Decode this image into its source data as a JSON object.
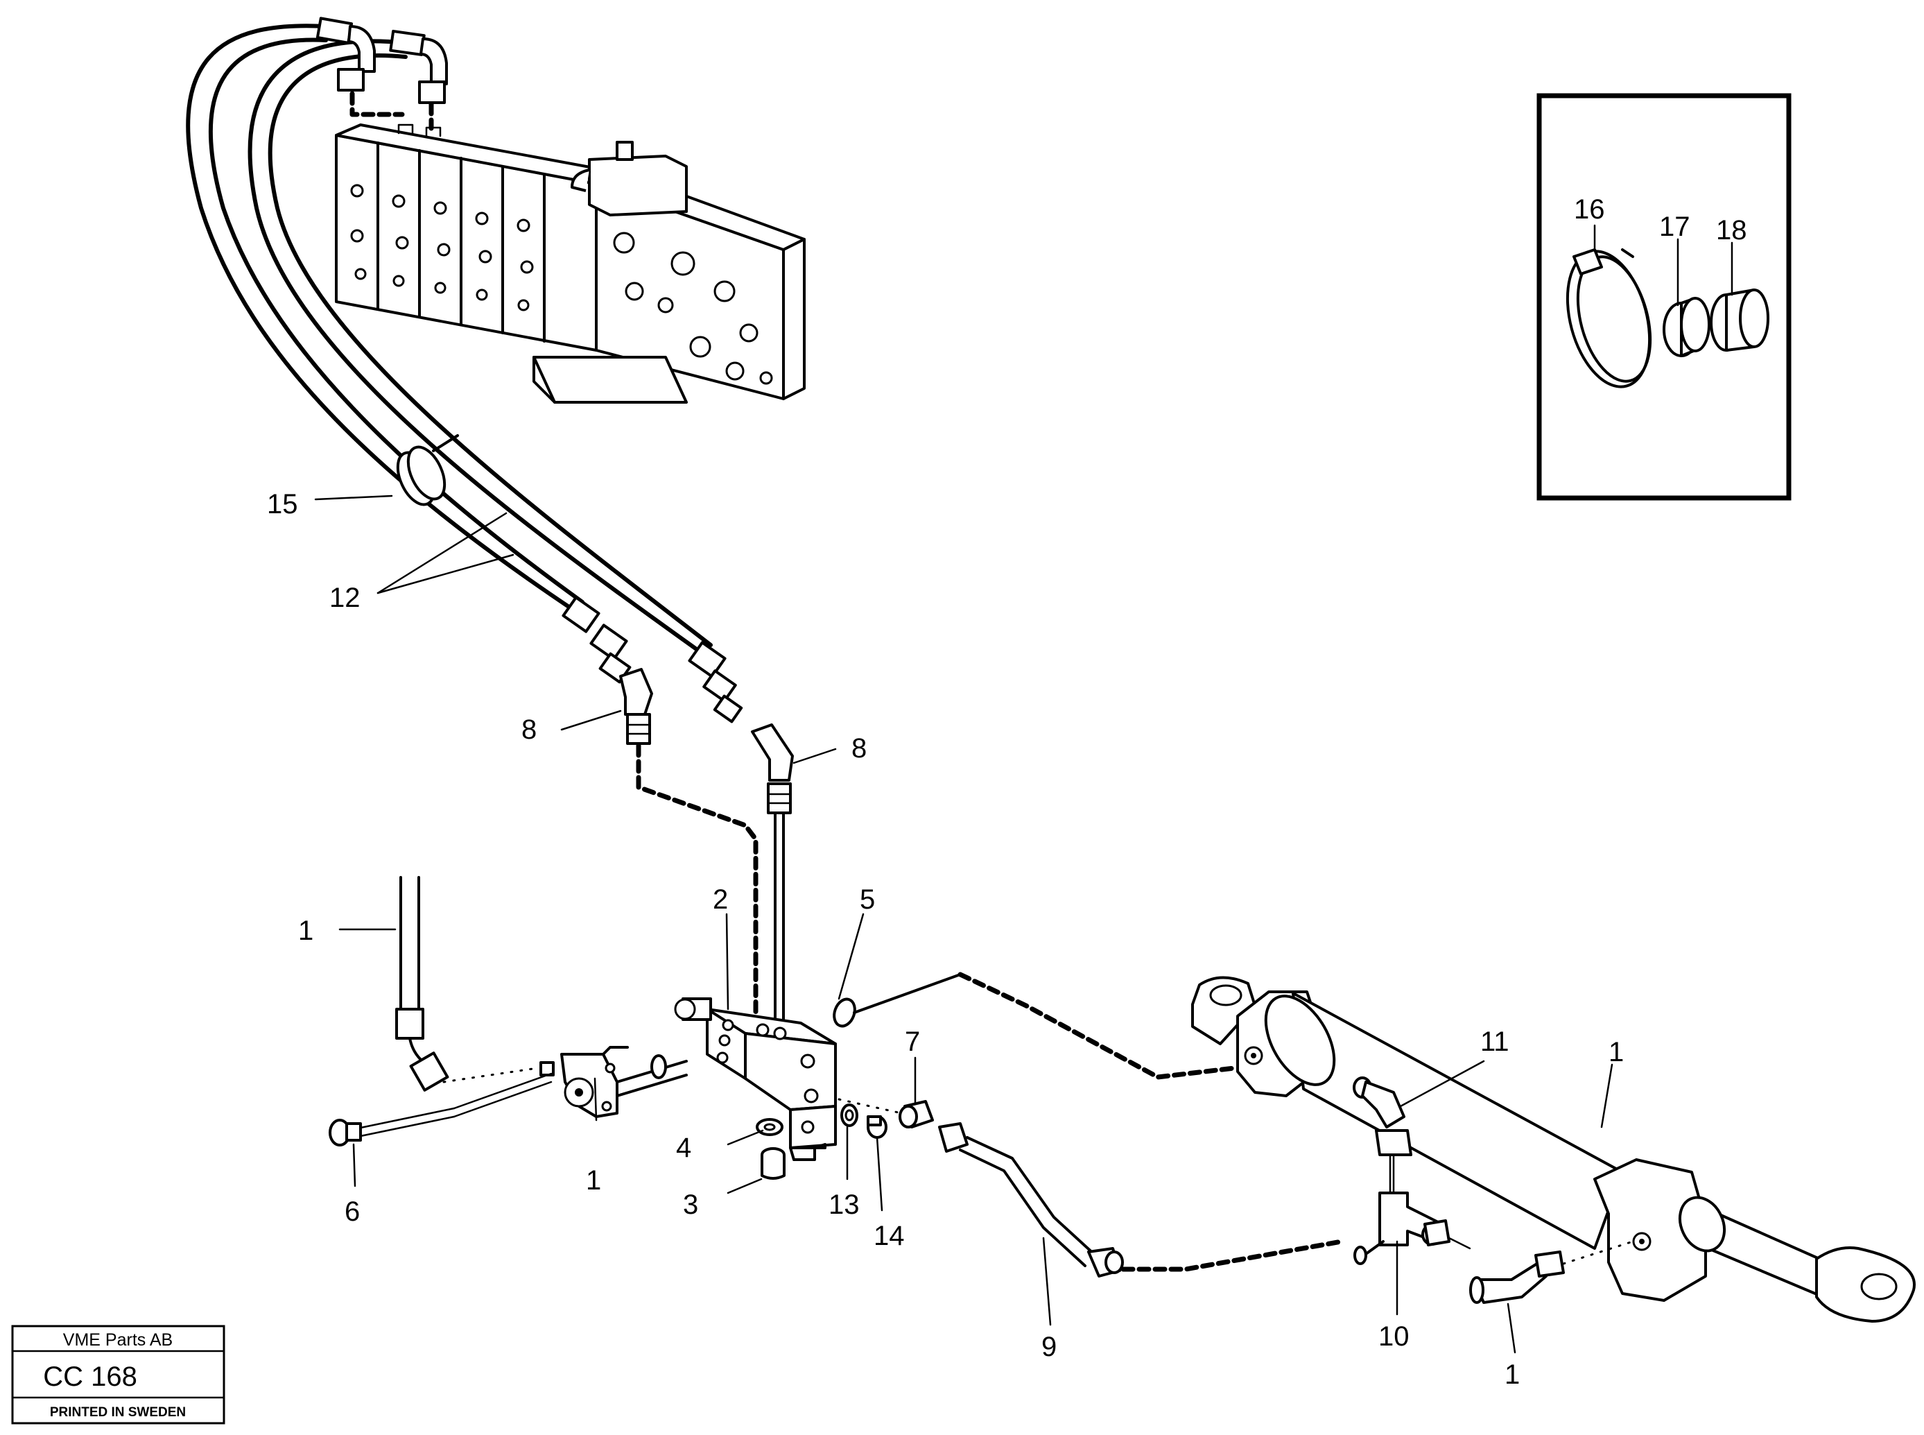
{
  "callouts": [
    {
      "id": "15",
      "text": "15"
    },
    {
      "id": "12",
      "text": "12"
    },
    {
      "id": "8a",
      "text": "8"
    },
    {
      "id": "8b",
      "text": "8"
    },
    {
      "id": "2",
      "text": "2"
    },
    {
      "id": "5",
      "text": "5"
    },
    {
      "id": "1a",
      "text": "1"
    },
    {
      "id": "1b",
      "text": "1"
    },
    {
      "id": "1c",
      "text": "1"
    },
    {
      "id": "1d",
      "text": "1"
    },
    {
      "id": "7",
      "text": "7"
    },
    {
      "id": "11",
      "text": "11"
    },
    {
      "id": "4",
      "text": "4"
    },
    {
      "id": "3",
      "text": "3"
    },
    {
      "id": "6",
      "text": "6"
    },
    {
      "id": "13",
      "text": "13"
    },
    {
      "id": "14",
      "text": "14"
    },
    {
      "id": "9",
      "text": "9"
    },
    {
      "id": "10",
      "text": "10"
    },
    {
      "id": "16",
      "text": "16"
    },
    {
      "id": "17",
      "text": "17"
    },
    {
      "id": "18",
      "text": "18"
    }
  ],
  "stamp": {
    "company": "VME Parts AB",
    "code": "CC 168",
    "printed": "PRINTED IN SWEDEN"
  }
}
